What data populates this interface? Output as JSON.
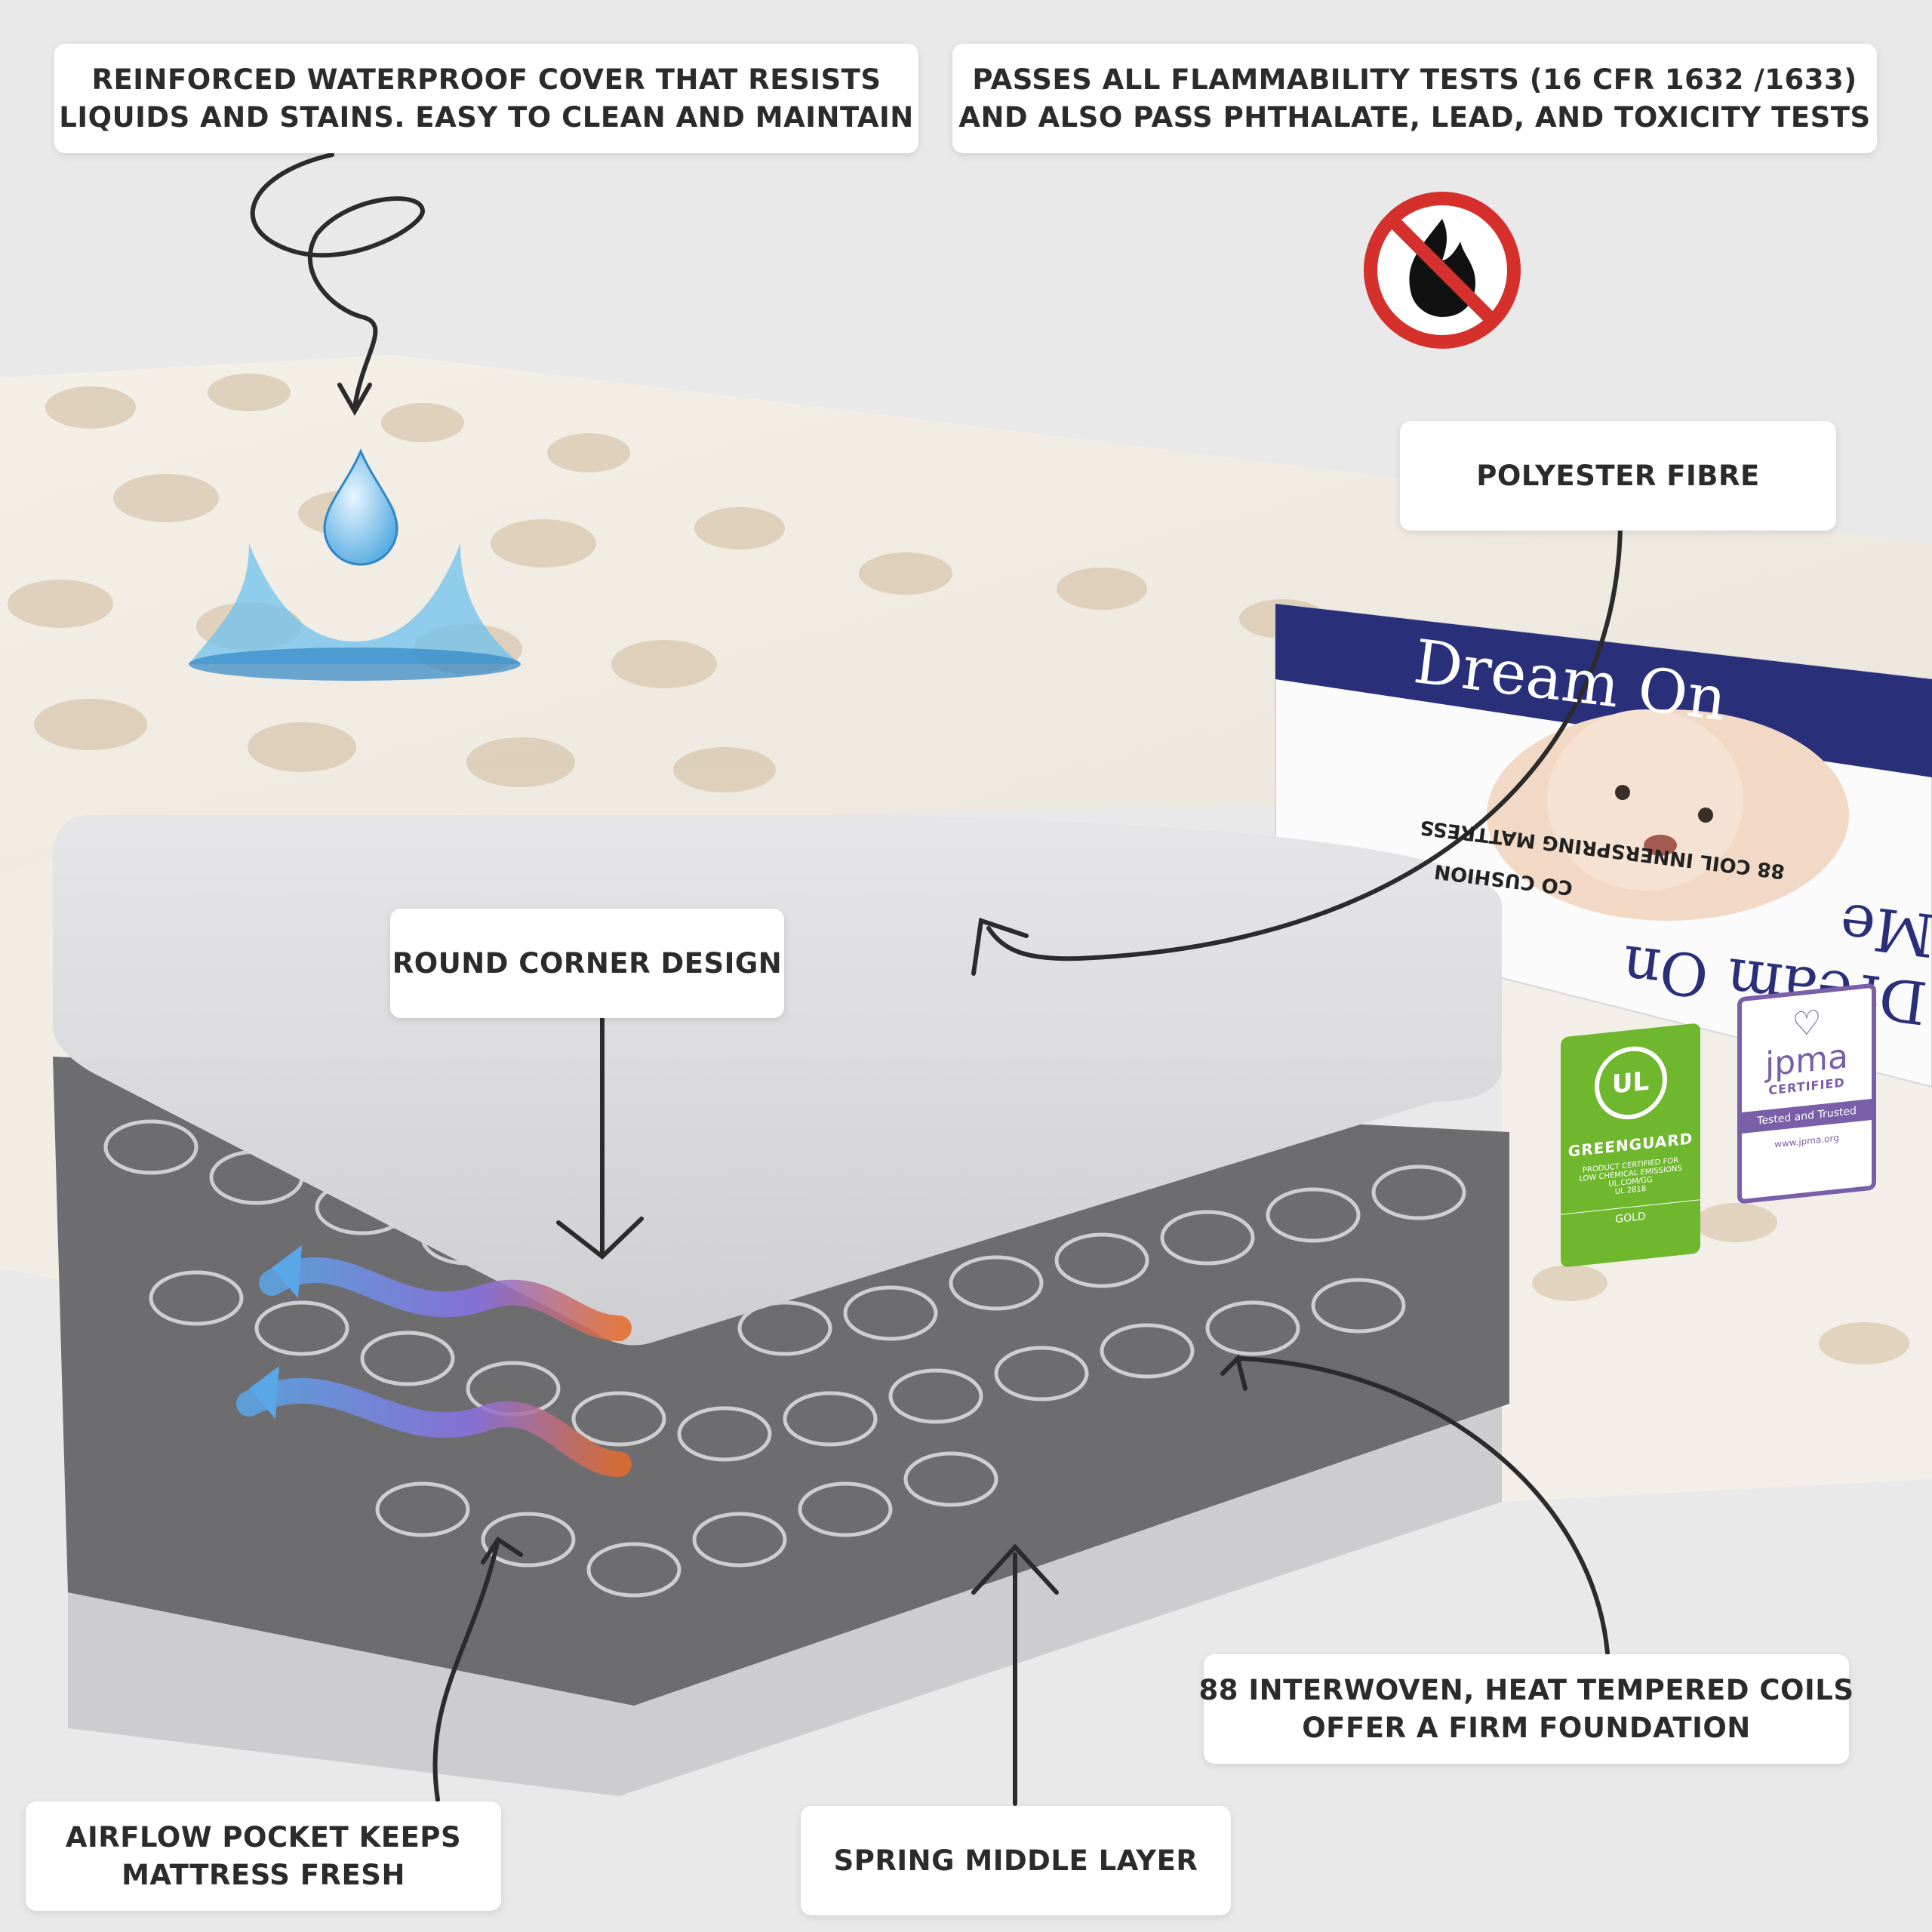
{
  "callouts": {
    "waterproof": {
      "line1": "REINFORCED WATERPROOF COVER THAT RESISTS",
      "line2": "LIQUIDS AND STAINS. EASY TO CLEAN AND MAINTAIN"
    },
    "flammability": {
      "line1": "PASSES ALL FLAMMABILITY TESTS (16 CFR 1632 /1633)",
      "line2": "AND ALSO PASS PHTHALATE, LEAD, AND TOXICITY TESTS"
    },
    "polyester": "POLYESTER FIBRE",
    "round_corner": "ROUND CORNER DESIGN",
    "coils": {
      "line1": "88 INTERWOVEN, HEAT TEMPERED COILS",
      "line2": "OFFER A FIRM FOUNDATION"
    },
    "airflow": {
      "line1": "AIRFLOW POCKET KEEPS",
      "line2": "MATTRESS FRESH"
    },
    "spring": "SPRING MIDDLE LAYER"
  },
  "product_label": {
    "brand_front": "Dream On",
    "brand_side": "Dream On Me",
    "subtitle_line1": "88 COIL INNERSPRING MATTRESS",
    "subtitle_line2": "CO CUSHION"
  },
  "badges": {
    "greenguard": {
      "title": "GREENGUARD",
      "mark": "UL",
      "line1": "PRODUCT CERTIFIED FOR",
      "line2": "LOW CHEMICAL EMISSIONS",
      "line3": "UL.COM/GG",
      "line4": "UL 2818",
      "tier": "GOLD"
    },
    "jpma": {
      "name": "jpma",
      "certified": "CERTIFIED",
      "tagline": "Tested and Trusted",
      "url": "www.jpma.org"
    }
  },
  "colors": {
    "background": "#e9e9e9",
    "no_fire_red": "#d5302b",
    "label_navy": "#2a2f7a",
    "greenguard_green": "#6fb82e",
    "jpma_purple": "#7a5fa8"
  },
  "icons": [
    "water-drop-icon",
    "no-fire-icon"
  ]
}
